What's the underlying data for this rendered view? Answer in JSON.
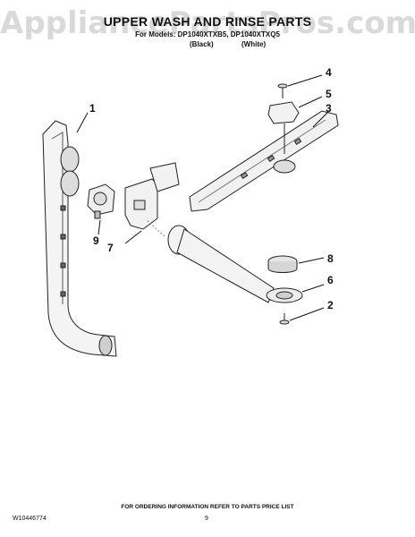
{
  "watermark": "AppliancePartsPros.com",
  "header": {
    "title": "UPPER WASH AND RINSE PARTS",
    "models": "For Models: DP1040XTXB5, DP1040XTXQ5",
    "color_black": "(Black)",
    "color_white": "(White)"
  },
  "callouts": [
    "1",
    "2",
    "3",
    "4",
    "5",
    "6",
    "7",
    "8",
    "9"
  ],
  "footer": {
    "ordering_info": "FOR ORDERING INFORMATION REFER TO PARTS PRICE LIST",
    "doc_number": "W10446774",
    "page_number": "9"
  }
}
